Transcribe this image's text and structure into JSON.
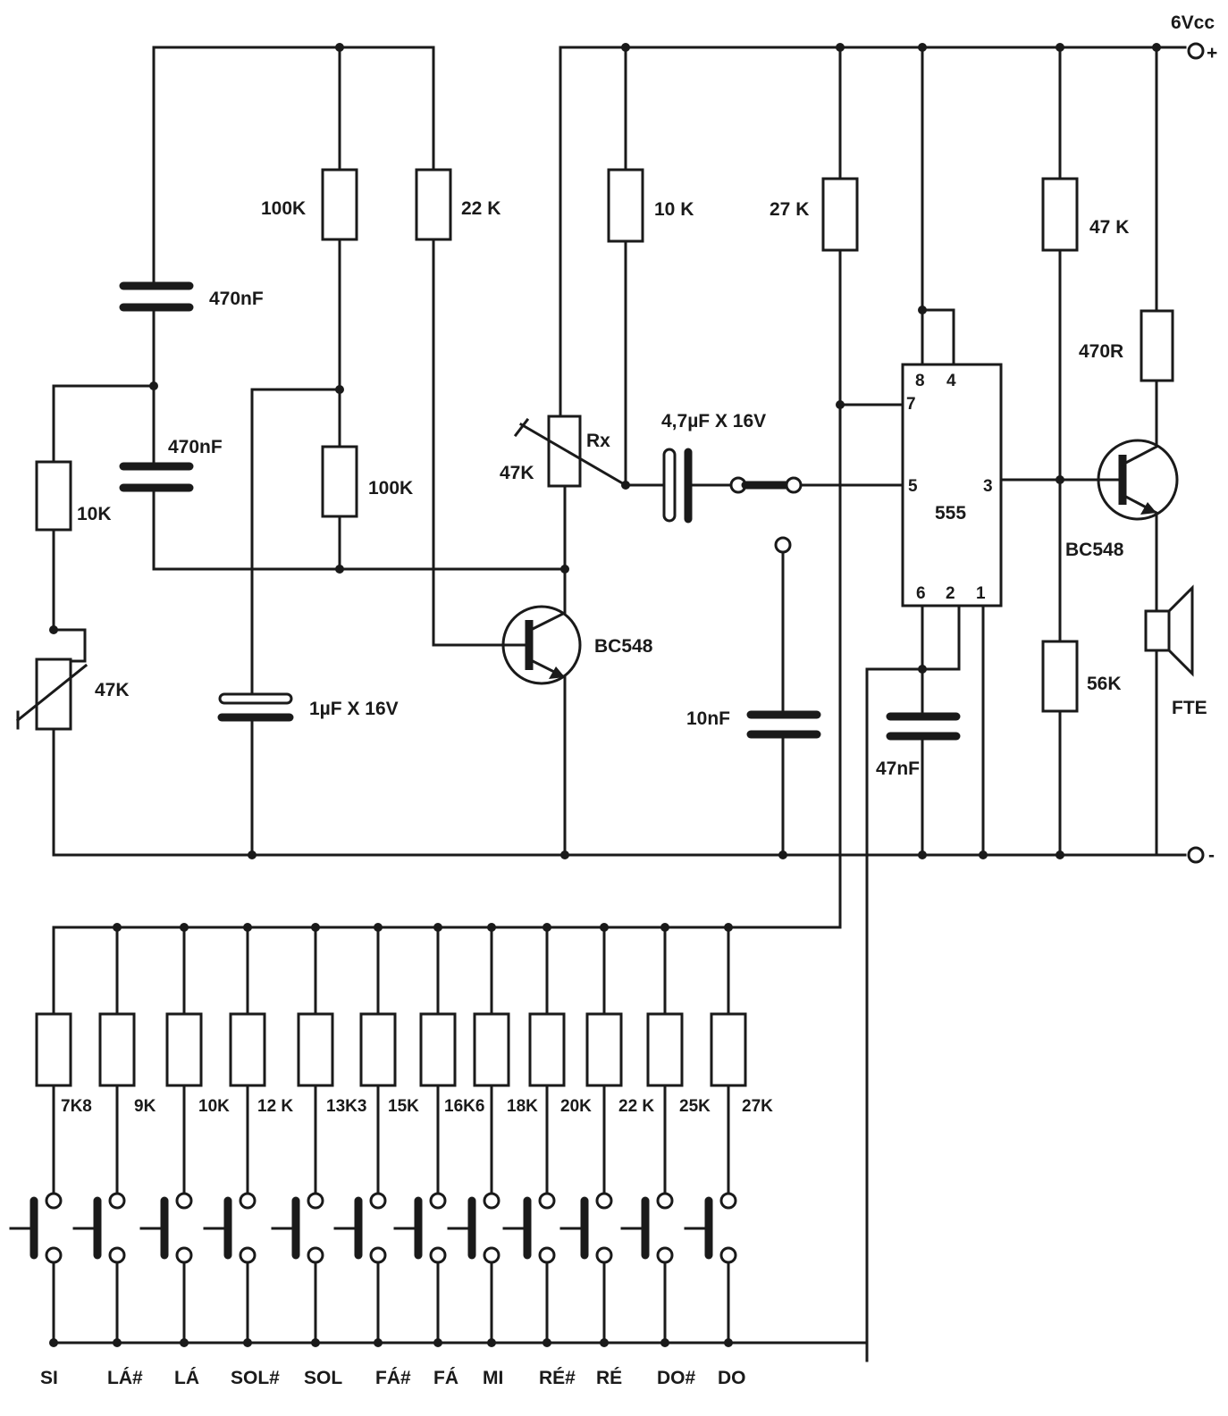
{
  "supply": {
    "positive_label": "6Vcc",
    "plus_sign": "+",
    "minus_sign": "-"
  },
  "resistors": {
    "r_100k_top": "100K",
    "r_22k": "22 K",
    "r_10k_top": "10 K",
    "r_27k": "27 K",
    "r_47k": "47 K",
    "r_470r": "470R",
    "r_56k": "56K",
    "r_10k_left": "10K",
    "r_100k_mid": "100K",
    "trim_47k_left": "47K",
    "trim_47k_rx": "47K",
    "rx_label": "Rx"
  },
  "capacitors": {
    "c_470nf_top": "470nF",
    "c_470nf_mid": "470nF",
    "c_1uf": "1µF X 16V",
    "c_4u7": "4,7µF X 16V",
    "c_10nf": "10nF",
    "c_47nf": "47nF"
  },
  "semis": {
    "q1": "BC548",
    "q2": "BC548",
    "ic": "555",
    "speaker": "FTE"
  },
  "ic_pins": {
    "p8": "8",
    "p4": "4",
    "p7": "7",
    "p5": "5",
    "p3": "3",
    "p6": "6",
    "p2": "2",
    "p1": "1"
  },
  "note_resistors": [
    "7K8",
    "9K",
    "10K",
    "12 K",
    "13K3",
    "15K",
    "16K6",
    "18K",
    "20K",
    "22 K",
    "25K",
    "27K"
  ],
  "notes": [
    "SI",
    "LÁ#",
    "LÁ",
    "SOL#",
    "SOL",
    "FÁ#",
    "FÁ",
    "MI",
    "RÉ#",
    "RÉ",
    "DO#",
    "DO"
  ]
}
